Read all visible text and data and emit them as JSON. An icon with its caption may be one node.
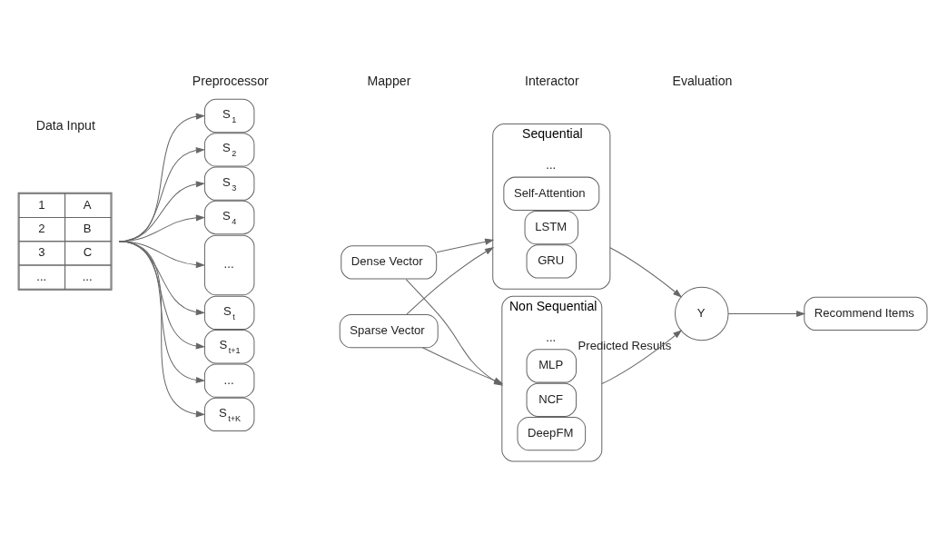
{
  "diagram": {
    "nodes": [
      {
        "text": [
          "1",
          "A",
          "2",
          "B",
          "3",
          "C",
          "...",
          "..."
        ]
      },
      {
        "text": [
          "S$_{1}$"
        ]
      },
      {
        "text": [
          "S$_{2}$"
        ]
      },
      {
        "text": [
          "S$_{3}$"
        ]
      },
      {
        "text": [
          "S$_{4}$"
        ]
      },
      {
        "text": [
          "..."
        ]
      },
      {
        "text": [
          "S$_{t}$"
        ]
      },
      {
        "text": [
          "S$_{t+1}$"
        ]
      },
      {
        "text": [
          "..."
        ]
      },
      {
        "text": [
          "S$_{t+K}$"
        ]
      },
      {
        "text": [
          "Dense Vector"
        ]
      },
      {
        "text": [
          "Sparse Vector"
        ]
      },
      {
        "text": [
          "Sequential",
          "..."
        ]
      },
      {
        "text": [
          "GRU"
        ],
        "in": 12
      },
      {
        "text": [
          "LSTM"
        ],
        "in": 12
      },
      {
        "text": [
          "Self-Attention"
        ],
        "in": 12
      },
      {
        "text": [
          "Non Sequential",
          "..."
        ]
      },
      {
        "text": [
          "DeepFM"
        ],
        "in": 16
      },
      {
        "text": [
          "NCF"
        ],
        "in": 16
      },
      {
        "text": [
          "MLP"
        ],
        "in": 16
      },
      {
        "text": [
          "Y"
        ],
        "beside": [
          "Predicted Results"
        ]
      },
      {
        "text": [
          "Recommend Items"
        ]
      }
    ],
    "edges": [
      {
        "from": 0,
        "to": 1,
        "arrow": "to"
      },
      {
        "from": 0,
        "to": 2,
        "arrow": "to"
      },
      {
        "from": 0,
        "to": 3,
        "arrow": "to"
      },
      {
        "from": 0,
        "to": 4,
        "arrow": "to"
      },
      {
        "from": 0,
        "to": 5,
        "arrow": "to"
      },
      {
        "from": 0,
        "to": 6,
        "arrow": "to"
      },
      {
        "from": 0,
        "to": 7,
        "arrow": "to"
      },
      {
        "from": 0,
        "to": 8,
        "arrow": "to"
      },
      {
        "from": 0,
        "to": 9,
        "arrow": "to"
      },
      {
        "from": 10,
        "to": 12,
        "arrow": "to"
      },
      {
        "from": 10,
        "to": 16,
        "arrow": "to"
      },
      {
        "from": 11,
        "to": 12,
        "arrow": "to"
      },
      {
        "from": 11,
        "to": 16,
        "arrow": "to"
      },
      {
        "from": 12,
        "to": 20,
        "arrow": "to"
      },
      {
        "from": 16,
        "to": 20,
        "arrow": "to"
      },
      {
        "from": 20,
        "to": 21,
        "arrow": "to"
      }
    ],
    "labels": [
      "Data Input",
      "Preprocessor",
      "Mapper",
      "Interactor",
      "Evaluation"
    ]
  }
}
